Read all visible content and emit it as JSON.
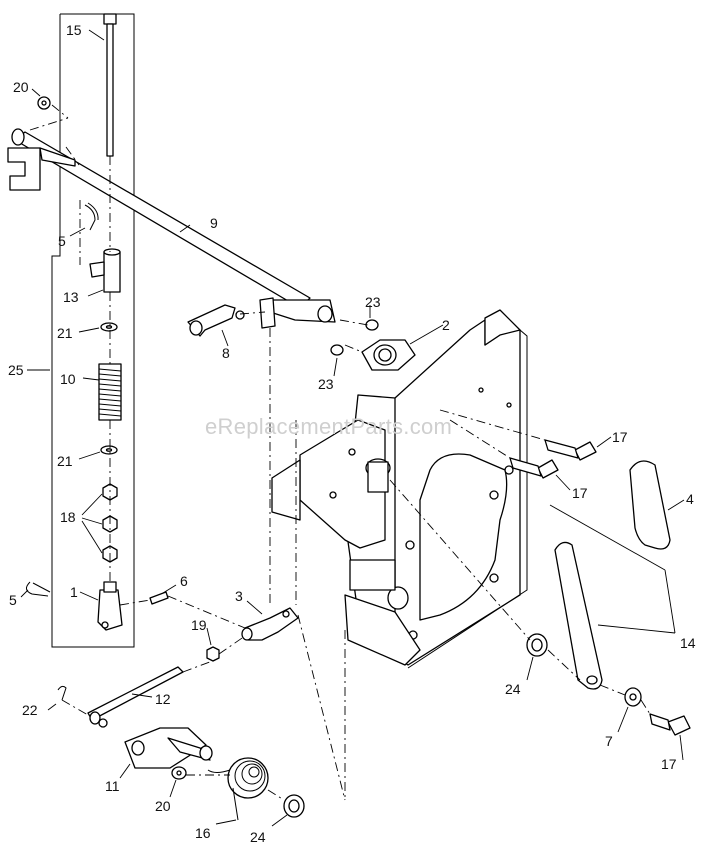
{
  "watermark": "eReplacementParts.com",
  "callouts": {
    "p15": "15",
    "p20a": "20",
    "p9": "9",
    "p5a": "5",
    "p13": "13",
    "p21a": "21",
    "p25": "25",
    "p10": "10",
    "p21b": "21",
    "p18": "18",
    "p5b": "5",
    "p1": "1",
    "p6": "6",
    "p3": "3",
    "p19": "19",
    "p8": "8",
    "p23a": "23",
    "p2": "2",
    "p23b": "23",
    "p17a": "17",
    "p17b": "17",
    "p4": "4",
    "p14": "14",
    "p24a": "24",
    "p7": "7",
    "p17c": "17",
    "p22": "22",
    "p12": "12",
    "p11": "11",
    "p20b": "20",
    "p16": "16",
    "p24b": "24"
  }
}
